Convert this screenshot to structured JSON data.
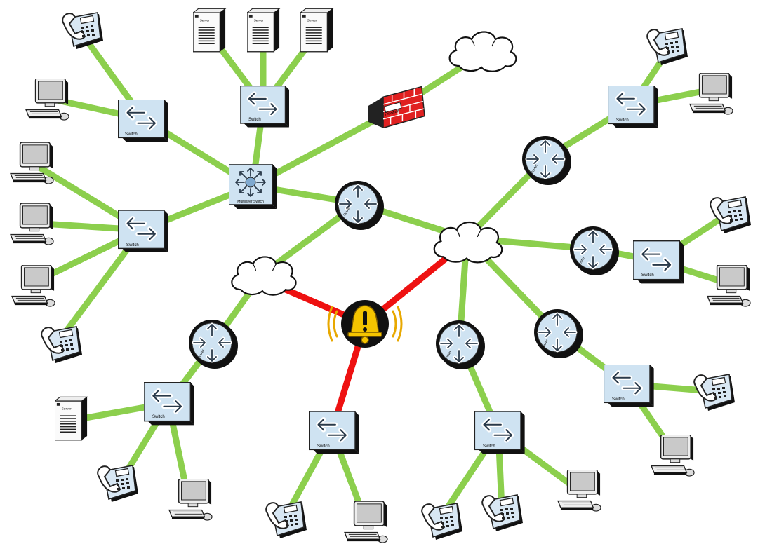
{
  "labels": {
    "switch": "Switch",
    "router": "Router",
    "server": "Server",
    "multilayer_switch": "Multilayer Switch",
    "firewall": "Firewall"
  },
  "colors": {
    "link_ok": "#8ccf4d",
    "link_alert": "#ee1111",
    "device_face": "#cfe3f2",
    "router_body": "#1a1a1a",
    "bell": "#f5c400"
  },
  "icons": [
    "switch-icon",
    "router-icon",
    "cloud-icon",
    "firewall-icon",
    "server-icon",
    "ip-phone-icon",
    "computer-icon",
    "multilayer-switch-icon",
    "alarm-bell-icon"
  ]
}
